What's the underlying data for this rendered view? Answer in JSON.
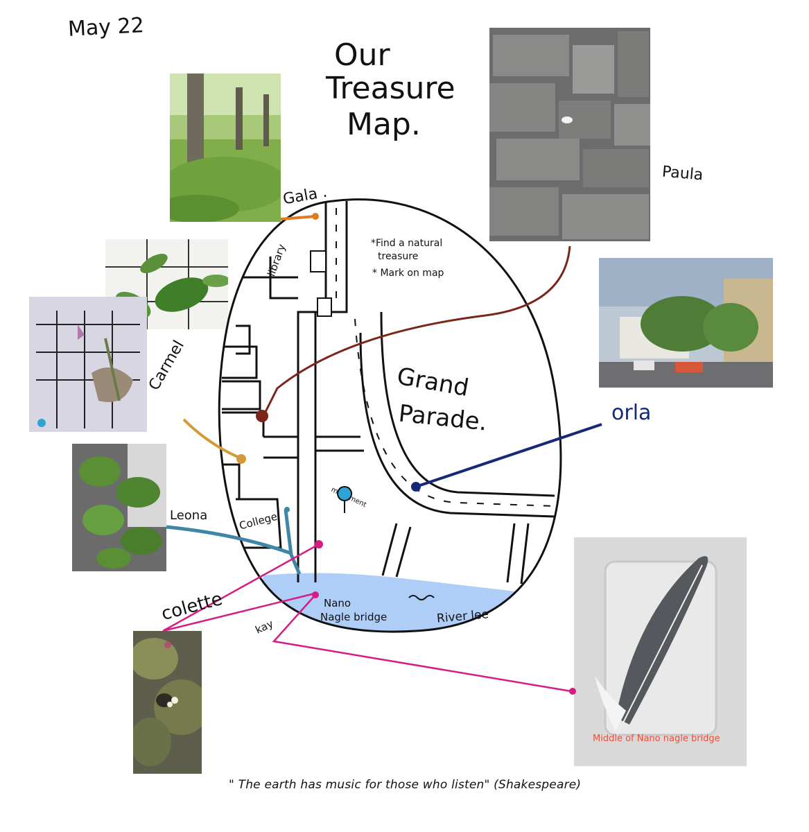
{
  "date": "May 22",
  "title": [
    "Our",
    "Treasure",
    "Map."
  ],
  "instructions": [
    "*Find a natural",
    "treasure",
    "* Mark on map"
  ],
  "map_labels": {
    "library": "library",
    "college": "College",
    "monument": "monument",
    "grand_parade_1": "Grand",
    "grand_parade_2": "Parade.",
    "bridge_1": "Nano",
    "bridge_2": "Nagle bridge",
    "river": "River lee"
  },
  "people": {
    "gala": "Gala .",
    "paula": "Paula",
    "carmel": "Carmel",
    "orla": "orla",
    "leona": "Leona",
    "colette": "colette",
    "kay": "kay"
  },
  "feather_caption": "Middle of Nano nagle bridge",
  "quote": "\" The earth has music for those who listen\" (Shakespeare)",
  "colors": {
    "gala": "#e07a1f",
    "paula": "#7a2618",
    "carmel": "#d19a3b",
    "orla": "#142a78",
    "leona": "#3f86a6",
    "colette": "#d61b83",
    "kay": "#d61b83",
    "river": "#aecdf7",
    "monument_pin": "#2da3d6"
  }
}
